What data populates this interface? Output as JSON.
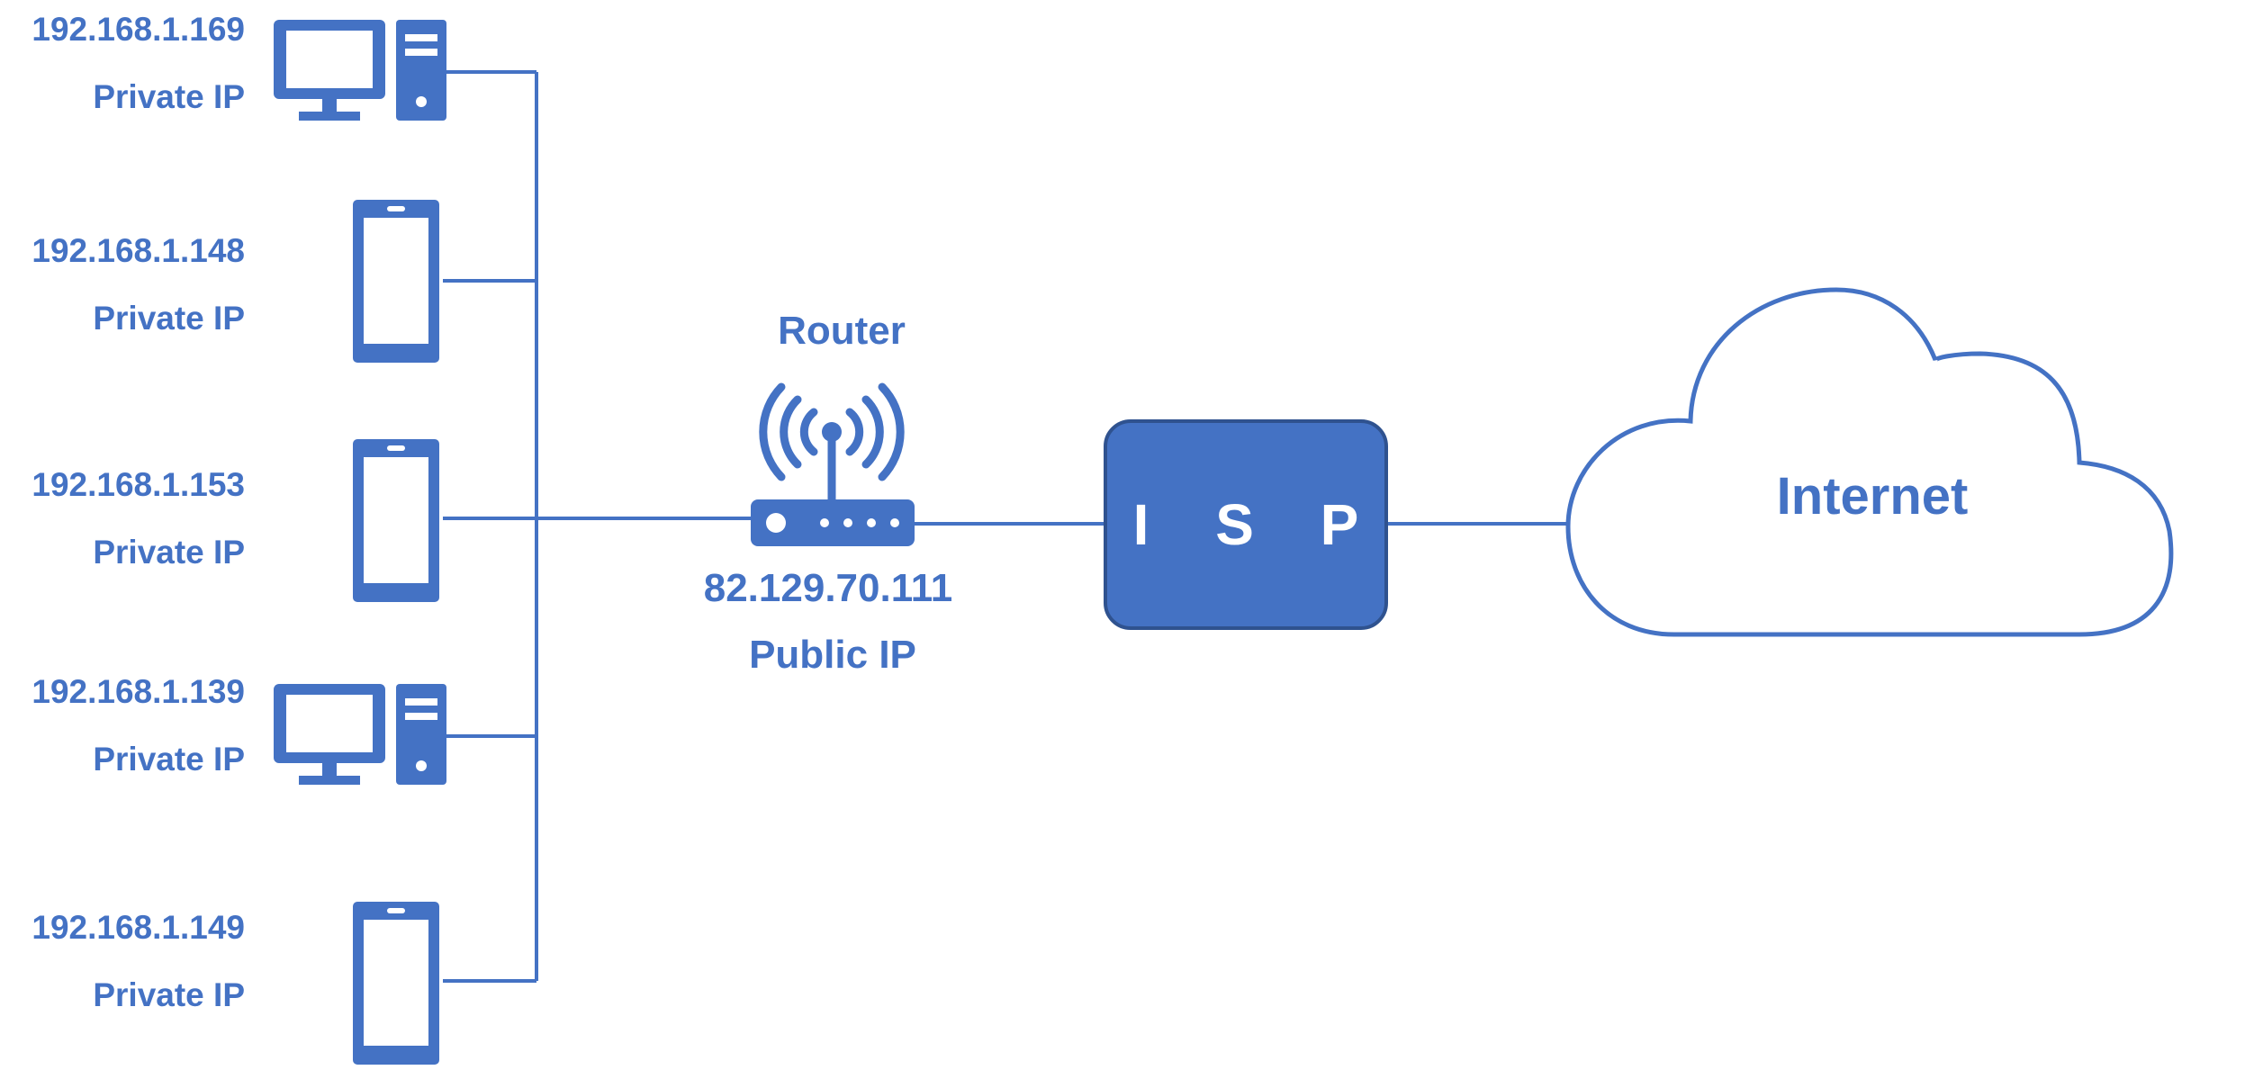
{
  "router": {
    "title": "Router",
    "public_ip": "82.129.70.111",
    "ip_type": "Public IP"
  },
  "isp": {
    "label": "I S P"
  },
  "internet": {
    "label": "Internet"
  },
  "devices": [
    {
      "ip": "192.168.1.169",
      "type": "Private IP",
      "icon": "desktop-computer-icon"
    },
    {
      "ip": "192.168.1.148",
      "type": "Private IP",
      "icon": "smartphone-icon"
    },
    {
      "ip": "192.168.1.153",
      "type": "Private IP",
      "icon": "smartphone-icon"
    },
    {
      "ip": "192.168.1.139",
      "type": "Private IP",
      "icon": "desktop-computer-icon"
    },
    {
      "ip": "192.168.1.149",
      "type": "Private IP",
      "icon": "smartphone-icon"
    }
  ],
  "colors": {
    "primary": "#4472c4",
    "isp_border": "#2f528f",
    "background": "#ffffff"
  }
}
